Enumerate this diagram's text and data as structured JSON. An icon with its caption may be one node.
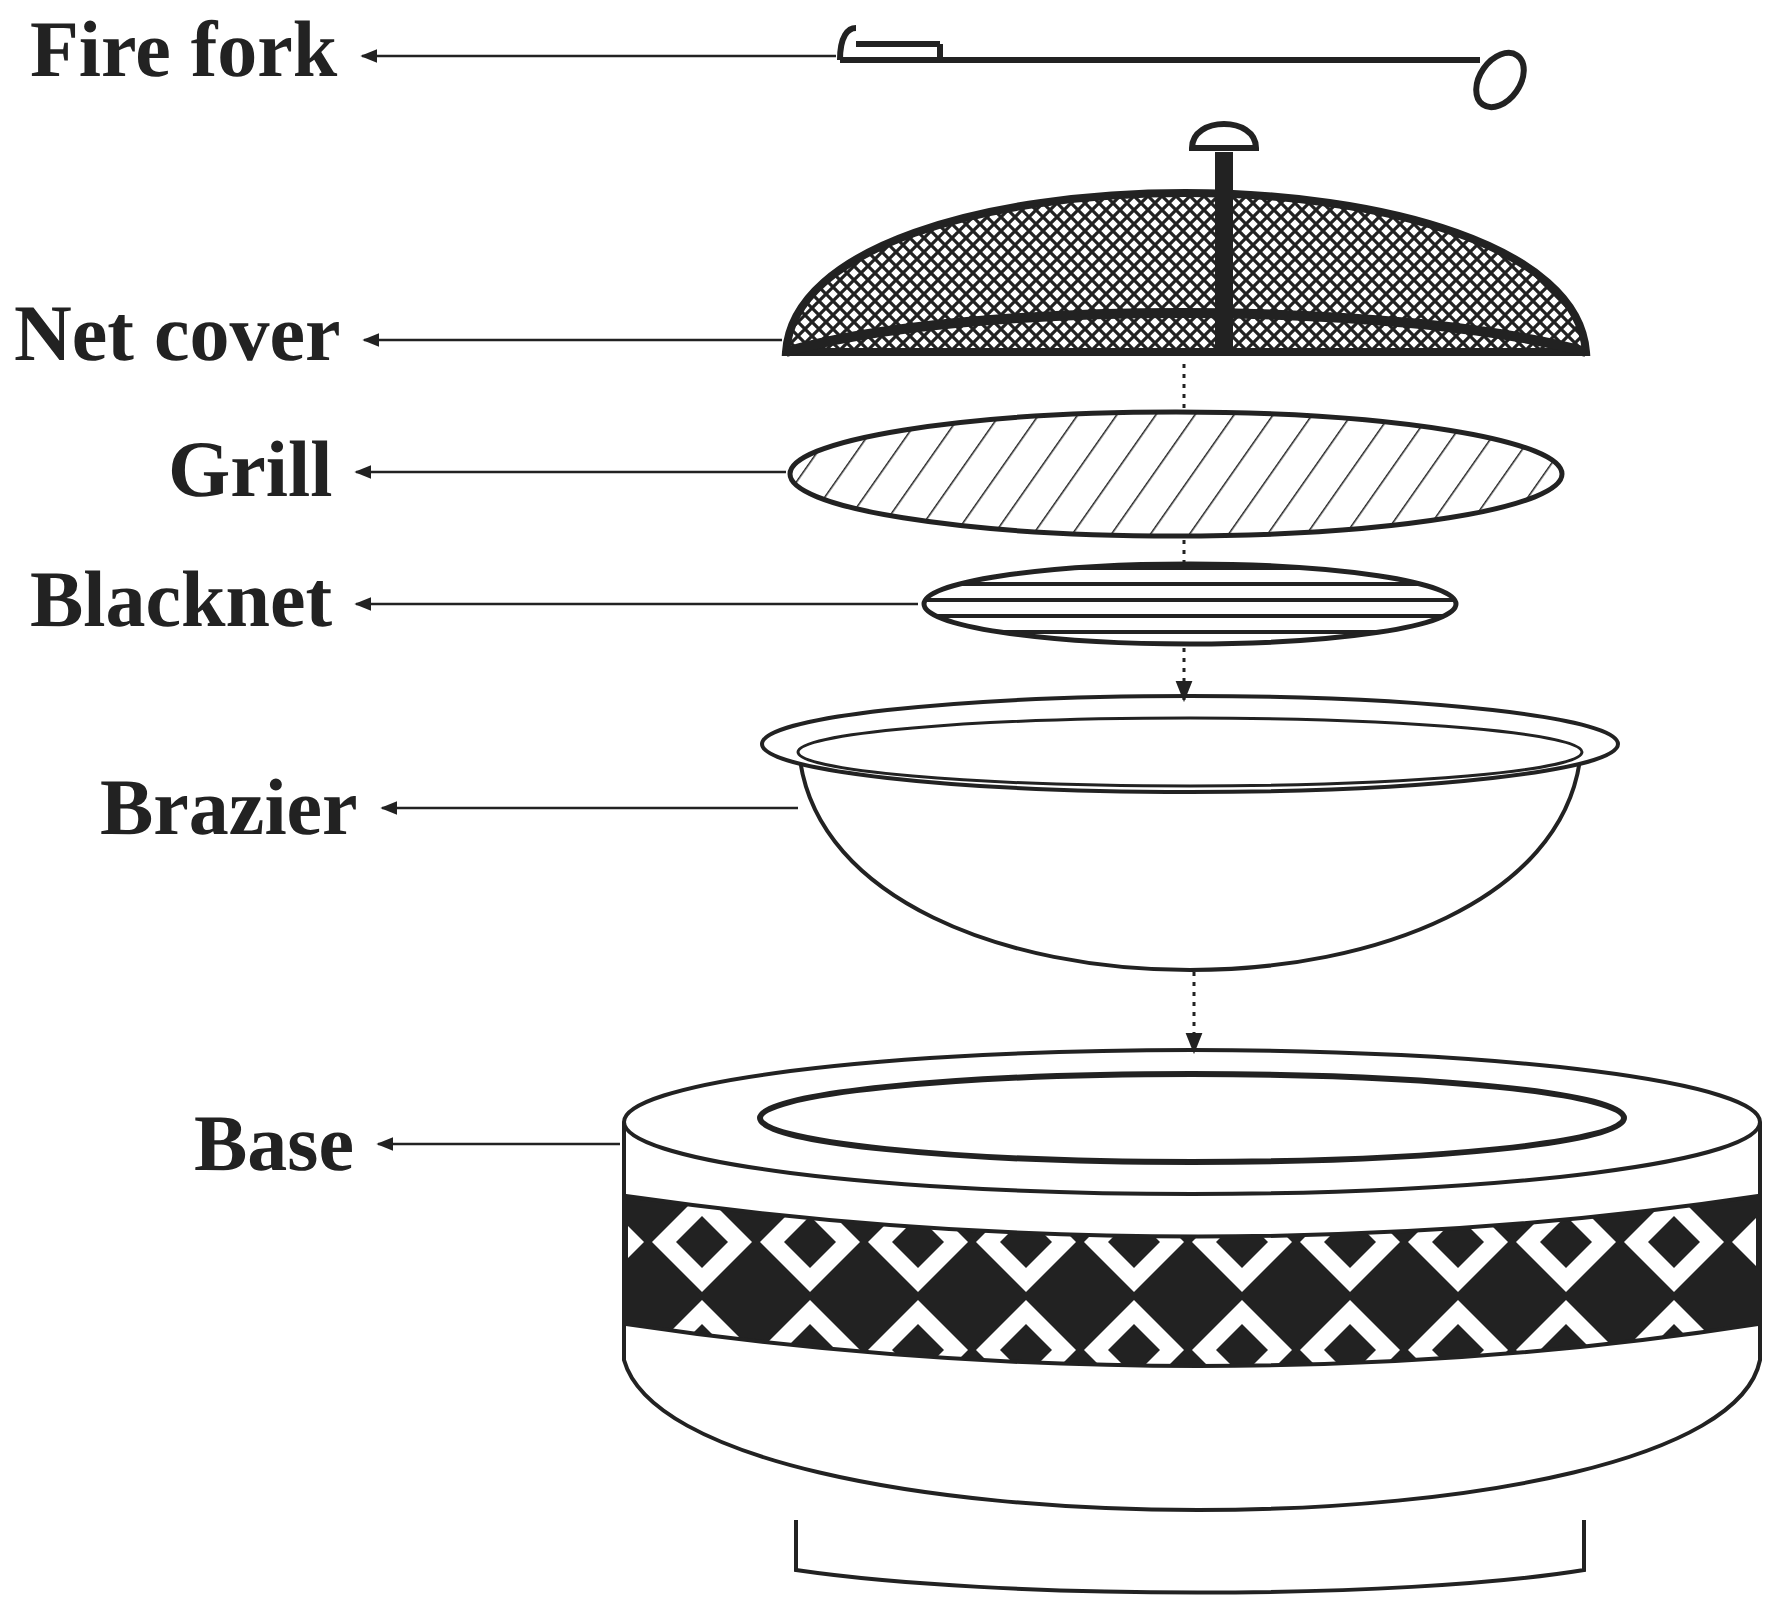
{
  "diagram": {
    "nodes": [
      {
        "text": [
          "Fire fork"
        ]
      },
      {
        "text": [
          "Net cover"
        ]
      },
      {
        "text": [
          "Grill"
        ]
      },
      {
        "text": [
          "Blacknet"
        ]
      },
      {
        "text": [
          "Brazier"
        ]
      },
      {
        "text": [
          "Base"
        ]
      },
      {
        "text": [],
        "shape": "picture"
      },
      {
        "text": [],
        "shape": "picture"
      },
      {
        "text": [],
        "shape": "circle"
      },
      {
        "text": [],
        "shape": "circle"
      },
      {
        "text": [],
        "shape": "picture"
      },
      {
        "text": [],
        "shape": "picture"
      }
    ],
    "edges": [
      {
        "from": 6,
        "to": 0,
        "arrow": "to"
      },
      {
        "from": 7,
        "to": 1,
        "arrow": "to"
      },
      {
        "from": 8,
        "to": 2,
        "arrow": "to"
      },
      {
        "from": 9,
        "to": 3,
        "arrow": "to"
      },
      {
        "from": 10,
        "to": 4,
        "arrow": "to"
      },
      {
        "from": 11,
        "to": 5,
        "arrow": "to"
      },
      {
        "from": 7,
        "to": 8,
        "arrow": "none",
        "style": "dashed"
      },
      {
        "from": 8,
        "to": 9,
        "arrow": "none",
        "style": "dashed"
      },
      {
        "from": 9,
        "to": 10,
        "arrow": "to",
        "style": "dashed"
      },
      {
        "from": 10,
        "to": 11,
        "arrow": "to",
        "style": "dashed"
      }
    ]
  }
}
